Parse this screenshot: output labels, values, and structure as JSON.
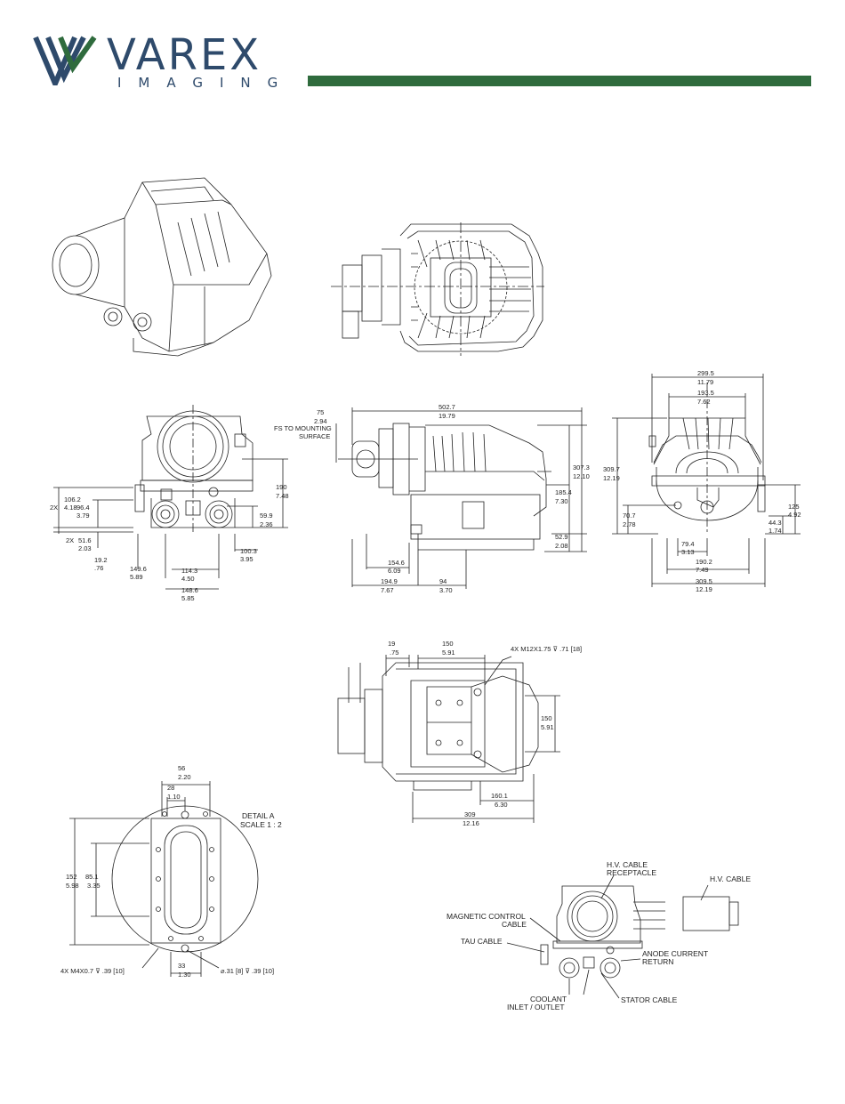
{
  "brand": {
    "name": "VAREX",
    "sub": "IMAGING",
    "accent": "#2f6b3d",
    "primary": "#2e4a6b"
  },
  "dims": {
    "fs_mm": "75",
    "fs_in": "2.94",
    "fs_label_1": "FS TO MOUNTING",
    "fs_label_2": "SURFACE",
    "len_mm": "502.7",
    "len_in": "19.79",
    "h307_mm": "307.3",
    "h307_in": "12.10",
    "h185_mm": "185.4",
    "h185_in": "7.30",
    "h52_mm": "52.9",
    "h52_in": "2.08",
    "w154_mm": "154.6",
    "w154_in": "6.09",
    "w194_mm": "194.9",
    "w194_in": "7.67",
    "w94_mm": "94",
    "w94_in": "3.70",
    "f106_mm": "106.2",
    "f106_in": "4.18",
    "f106_pre": "2X",
    "f96_mm": "96.4",
    "f96_in": "3.79",
    "f190_mm": "190",
    "f190_in": "7.48",
    "f59_mm": "59.9",
    "f59_in": "2.36",
    "f51_mm": "51.6",
    "f51_in": "2.03",
    "f51_pre": "2X",
    "f19_mm": "19.2",
    "f19_in": ".76",
    "f100_mm": "100.3",
    "f100_in": "3.95",
    "f149_mm": "149.6",
    "f149_in": "5.89",
    "f114_mm": "114.3",
    "f114_in": "4.50",
    "f148_mm": "148.6",
    "f148_in": "5.85",
    "r299_mm": "299.5",
    "r299_in": "11.79",
    "r193_mm": "193.5",
    "r193_in": "7.62",
    "r309h_mm": "309.7",
    "r309h_in": "12.19",
    "r70_mm": "70.7",
    "r70_in": "2.78",
    "r125_mm": "125",
    "r125_in": "4.92",
    "r44_mm": "44.3",
    "r44_in": "1.74",
    "r79_mm": "79.4",
    "r79_in": "3.13",
    "r190_mm": "190.2",
    "r190_in": "7.49",
    "r309w_mm": "309.5",
    "r309w_in": "12.19",
    "b19_mm": "19",
    "b19_in": ".75",
    "b150_mm": "150",
    "b150_in": "5.91",
    "b_note": "4X M12X1.75 ⊽ .71 [18]",
    "b150v_mm": "150",
    "b150v_in": "5.91",
    "b160_mm": "160.1",
    "b160_in": "6.30",
    "b309_mm": "309",
    "b309_in": "12.16",
    "d56_mm": "56",
    "d56_in": "2.20",
    "d28_mm": "28",
    "d28_in": "1.10",
    "d152_mm": "152",
    "d152_in": "5.98",
    "d85_mm": "85.1",
    "d85_in": "3.35",
    "d33_mm": "33",
    "d33_in": "1.30",
    "detail_1": "DETAIL A",
    "detail_2": "SCALE 1 : 2",
    "d_note1": "4X M4X0.7 ⊽ .39 [10]",
    "d_note2": "⌀.31 [8] ⊽ .39 [10]"
  },
  "callouts": {
    "hv_rec_1": "H.V. CABLE",
    "hv_rec_2": "RECEPTACLE",
    "hv_cable": "H.V. CABLE",
    "mag_1": "MAGNETIC CONTROL",
    "mag_2": "CABLE",
    "tau": "TAU CABLE",
    "anode_1": "ANODE CURRENT",
    "anode_2": "RETURN",
    "coolant_1": "COOLANT",
    "coolant_2": "INLET / OUTLET",
    "stator": "STATOR CABLE"
  }
}
